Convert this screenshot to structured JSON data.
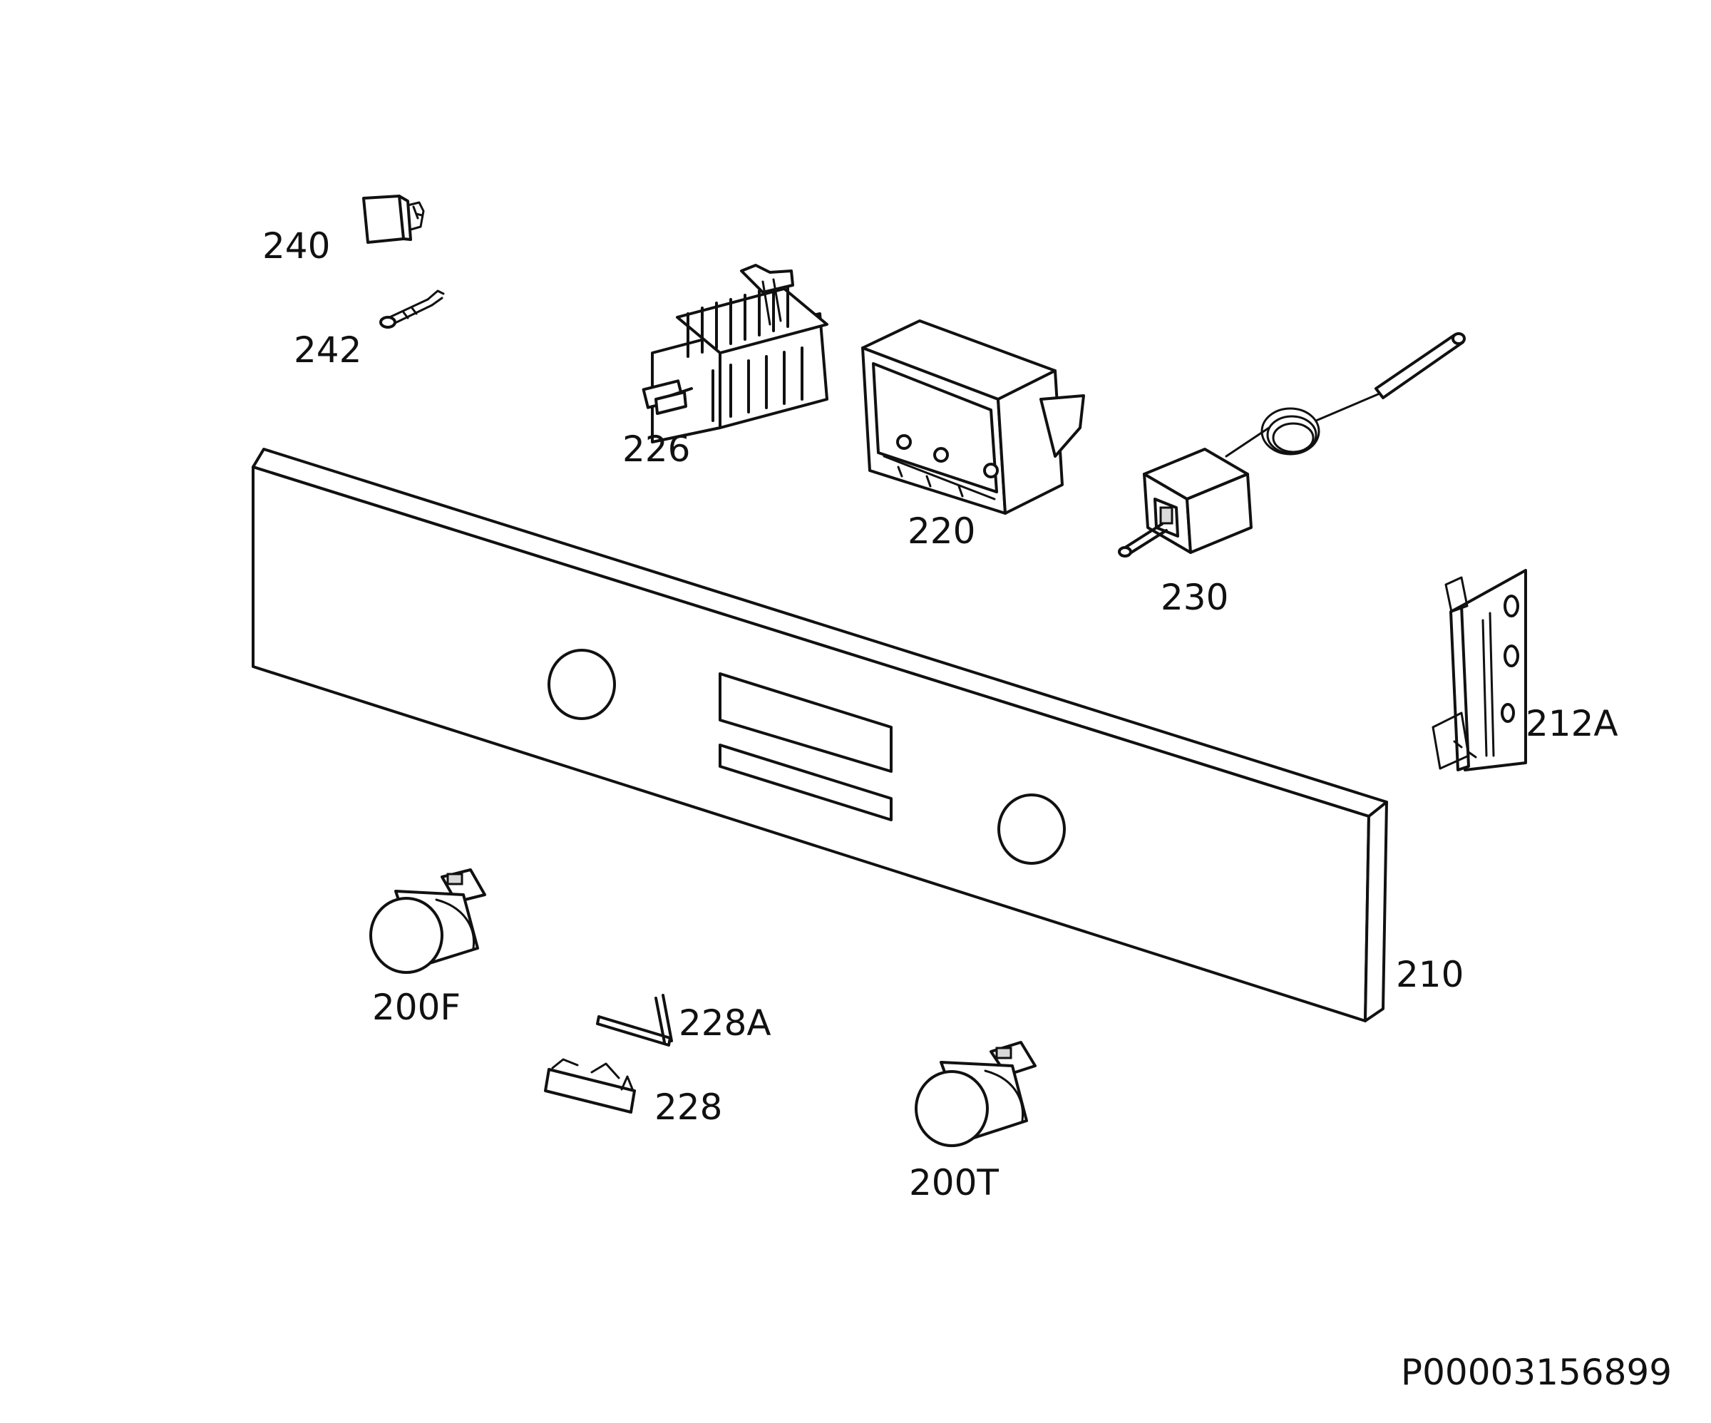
{
  "diagram": {
    "parts": [
      {
        "id": "p240",
        "label": "240"
      },
      {
        "id": "p242",
        "label": "242"
      },
      {
        "id": "p226",
        "label": "226"
      },
      {
        "id": "p220",
        "label": "220"
      },
      {
        "id": "p230",
        "label": "230"
      },
      {
        "id": "p212A",
        "label": "212A"
      },
      {
        "id": "p210",
        "label": "210"
      },
      {
        "id": "p200F",
        "label": "200F"
      },
      {
        "id": "p228A",
        "label": "228A"
      },
      {
        "id": "p228",
        "label": "228"
      },
      {
        "id": "p200T",
        "label": "200T"
      }
    ],
    "reference": "P00003156899"
  }
}
